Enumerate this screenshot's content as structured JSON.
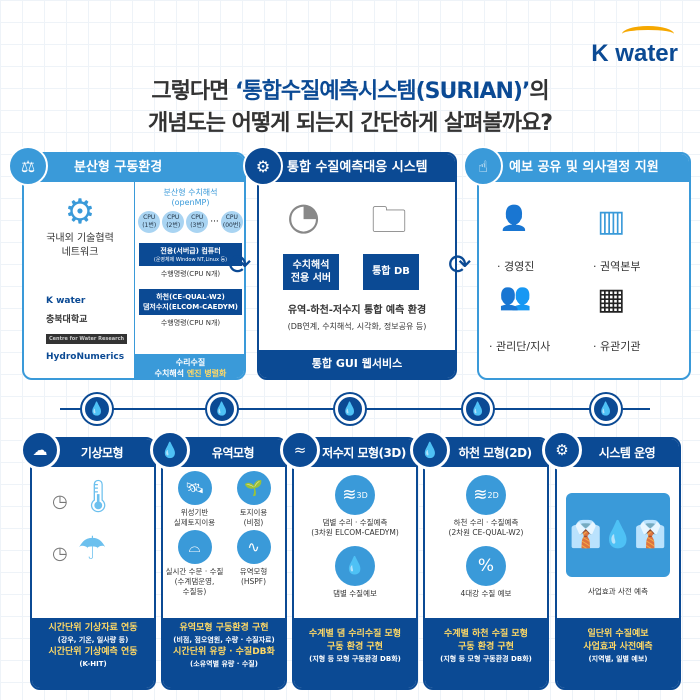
{
  "logo": "K water",
  "title": {
    "line1_prefix": "그렇다면 ",
    "line1_highlight": "‘통합수질예측시스템(SURIAN)’",
    "line1_suffix": "의",
    "line2": "개념도는 어떻게 되는지 간단하게 살펴볼까요?"
  },
  "top": {
    "distributed": {
      "header": "분산형 구동환경",
      "network_label": "국내외 기술협력\n네트워크",
      "partners": [
        "K water",
        "충북대학교",
        "Centre for Water Research",
        "HydroNumerics"
      ],
      "parallel_title": "분산형 수치해석\n(openMP)",
      "cpus": [
        "CPU\n(1번)",
        "CPU\n(2번)",
        "CPU\n(3번)",
        "CPU\n(00번)"
      ],
      "ellipsis": "···",
      "server": "전용(서버급) 컴퓨터",
      "server_sub": "(운영체제 Window NT,Linux 등)",
      "cmd1": "수행명령(CPU N개)",
      "models": "하천(CE-QUAL-W2)\n댐저수지(ELCOM-CAEDYM)",
      "cmd2": "수행명령(CPU N개)",
      "footer_line1": "수리수질",
      "footer_line2a": "수치해석 ",
      "footer_line2b": "엔진 병렬화"
    },
    "system": {
      "header": "통합 수질예측대응 시스템",
      "server_label": "수치해석\n전용 서버",
      "db_label": "통합 DB",
      "env": "유역-하천-저수지 통합 예측 환경",
      "env_sub": "(DB연계, 수치해석, 시각화, 정보공유 등)",
      "footer": "통합 GUI 웹서비스"
    },
    "sharing": {
      "header": "예보 공유 및 의사결정 지원",
      "items": [
        "경영진",
        "권역본부",
        "관리단/지사",
        "유관기관"
      ]
    }
  },
  "cards": [
    {
      "title": "기상모형",
      "icon": "cloud-sun-icon",
      "labels": [],
      "footer": [
        "시간단위 기상자료 연동",
        "(강우, 기온, 일사량 등)",
        "시간단위 기상예측 연동",
        "(K-HIT)"
      ]
    },
    {
      "title": "유역모형",
      "icon": "water-drop-icon",
      "labels": [
        "위성기반\n실제토지이용",
        "토지이용\n(비점)",
        "실시간 수문 · 수질\n(수계댐운영,\n수질등)",
        "유역모형\n(HSPF)"
      ],
      "footer": [
        "유역모형 구동환경 구현",
        "(비점, 점오염원, 수량 · 수질자료)",
        "시간단위 유량 · 수질DB화",
        "(소유역별 유량 · 수질)"
      ]
    },
    {
      "title": "저수지 모형(3D)",
      "icon": "waves-icon",
      "labels": [
        "댐별 수리 · 수질예측\n(3차원 ELCOM-CAEDYM)",
        "댐별 수질예보"
      ],
      "badge": "3D",
      "footer": [
        "수계별 댐 수리수질 모형",
        "구동 환경 구현",
        "(지형 등 모형 구동환경 DB화)"
      ]
    },
    {
      "title": "하천 모형(2D)",
      "icon": "river-drop-icon",
      "labels": [
        "하천 수리 · 수질예측\n(2차원 CE-QUAL-W2)",
        "4대강 수질 예보"
      ],
      "badge": "2D",
      "footer": [
        "수계별 하천 수질 모형",
        "구동 환경 구현",
        "(지형 등 모형 구동환경 DB화)"
      ]
    },
    {
      "title": "시스템 운영",
      "icon": "gear-wrench-icon",
      "labels": [
        "사업효과 사전 예측"
      ],
      "footer": [
        "일단위 수질예보",
        "사업효과 사전예측",
        "(지역별, 일별 예보)"
      ]
    }
  ],
  "colors": {
    "navy": "#0b4a94",
    "light_blue": "#3a9ad9",
    "yellow": "#ffd966"
  }
}
